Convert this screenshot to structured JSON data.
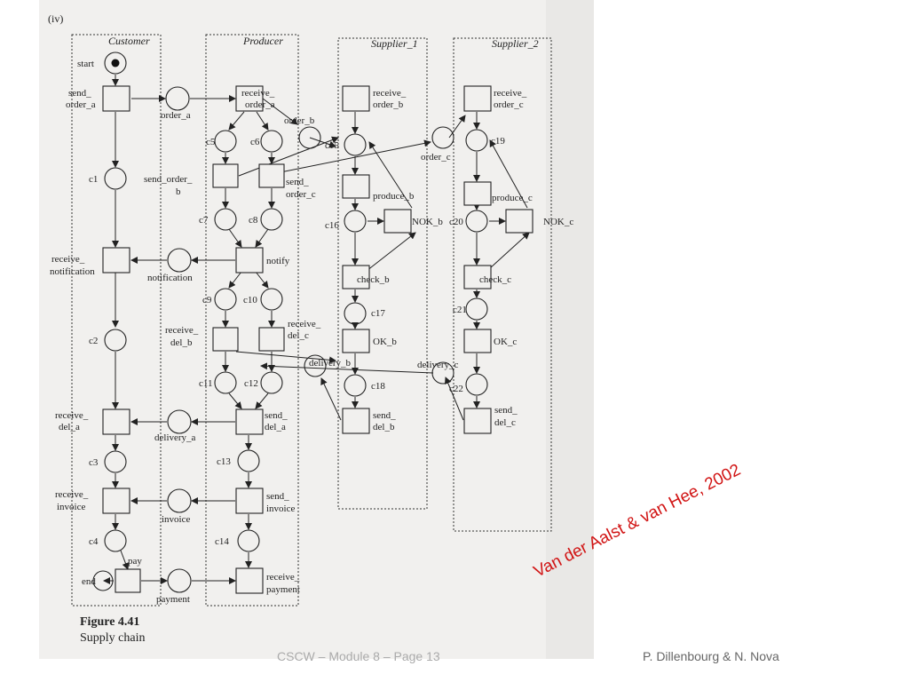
{
  "figure": {
    "tag": "(iv)",
    "title": "Figure 4.41",
    "subtitle": "Supply chain"
  },
  "lanes": [
    "Customer",
    "Producer",
    "Supplier_1",
    "Supplier_2"
  ],
  "places": [
    "start",
    "order_a",
    "order_b",
    "order_c",
    "c1",
    "c2",
    "c3",
    "c4",
    "c5",
    "c6",
    "c7",
    "c8",
    "c9",
    "c10",
    "c11",
    "c12",
    "c13",
    "c14",
    "c15",
    "c16",
    "c17",
    "c18",
    "c19",
    "c20",
    "c21",
    "c22",
    "notification",
    "delivery_a",
    "delivery_b",
    "delivery_c",
    "invoice",
    "payment",
    "end"
  ],
  "transitions": [
    "send_order_a",
    "receive_notification",
    "receive_del_a",
    "receive_invoice",
    "pay",
    "receive_order_a",
    "send_order_b",
    "send_order_c",
    "notify",
    "receive_del_b",
    "receive_del_c",
    "send_del_a",
    "send_invoice",
    "receive_payment",
    "receive_order_b",
    "produce_b",
    "NOK_b",
    "check_b",
    "OK_b",
    "send_del_b",
    "receive_order_c",
    "produce_c",
    "NOK_c",
    "check_c",
    "OK_c",
    "send_del_c"
  ],
  "credit": "Van der Aalst & van Hee, 2002",
  "footer": {
    "left": "CSCW – Module 8 – Page 13",
    "right": "P. Dillenbourg & N. Nova"
  }
}
